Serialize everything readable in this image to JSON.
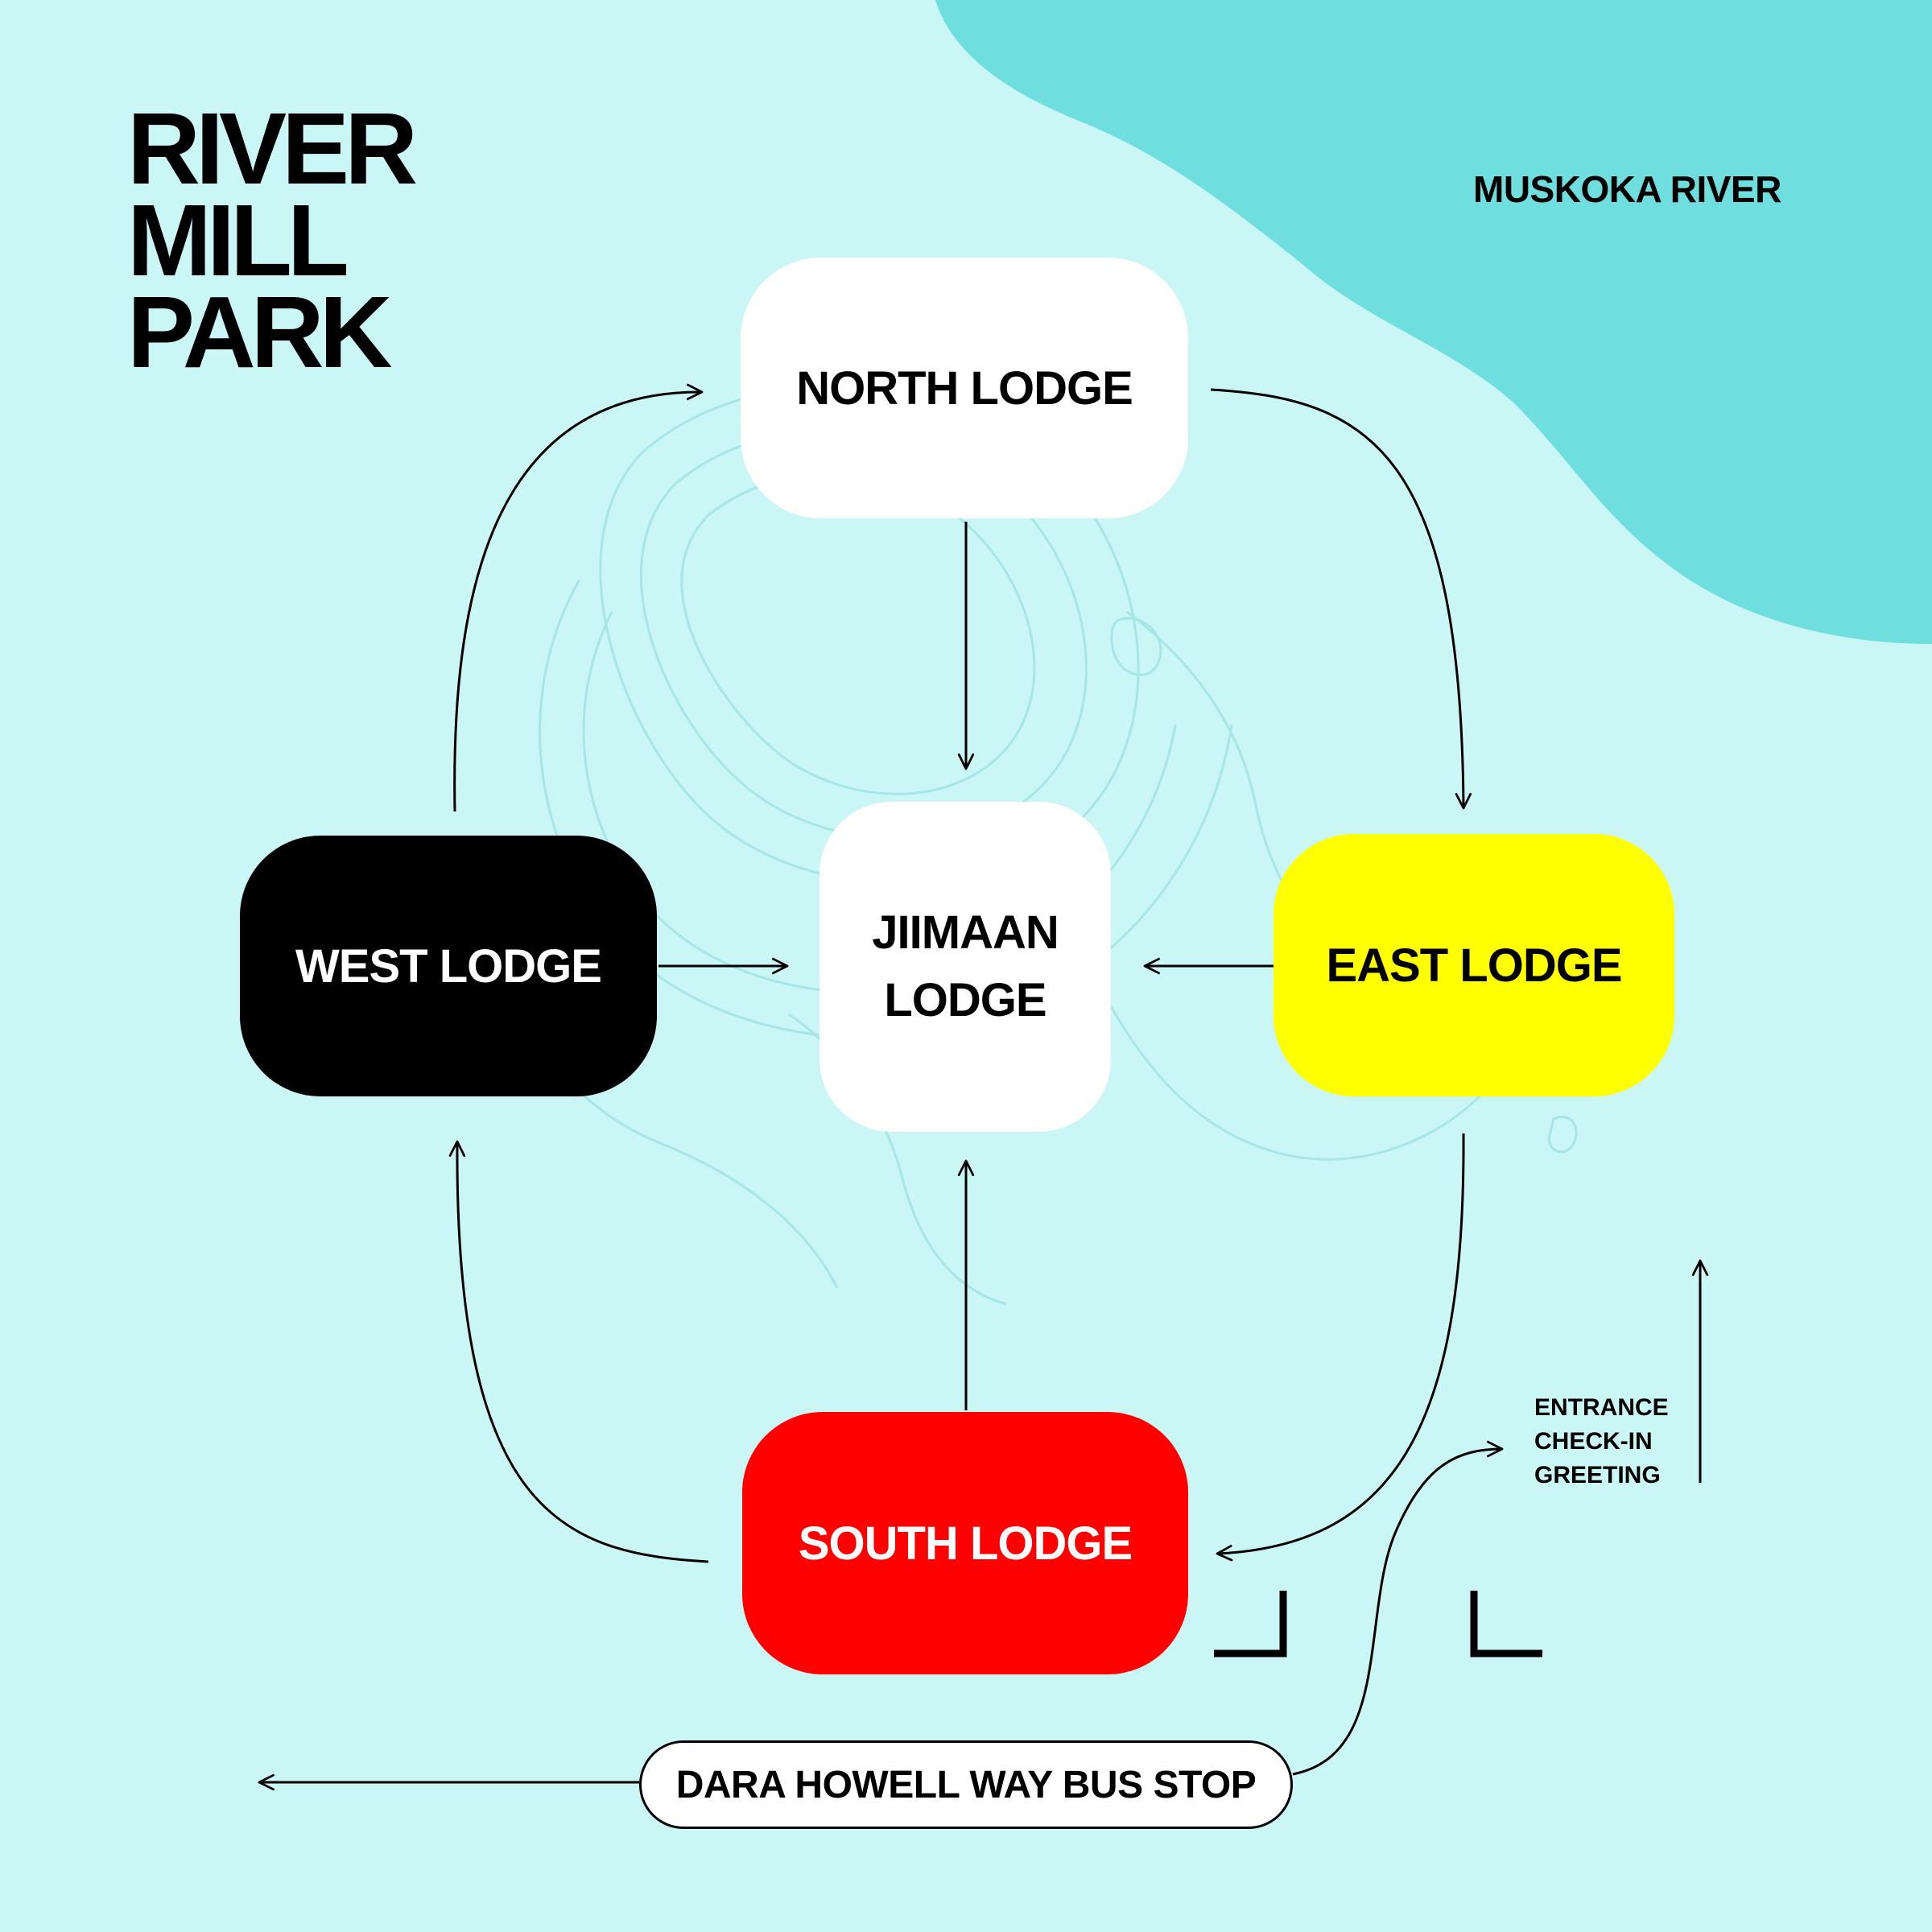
{
  "title": "RIVER\nMILL\nPARK",
  "river_label": "MUSKOKA RIVER",
  "lodges": {
    "north": {
      "label": "NORTH LODGE",
      "color": "#ffffff",
      "text_color": "#000000"
    },
    "jiimaan": {
      "label": "JIIMAAN\nLODGE",
      "color": "#ffffff",
      "text_color": "#000000"
    },
    "west": {
      "label": "WEST LODGE",
      "color": "#000000",
      "text_color": "#ffffff"
    },
    "east": {
      "label": "EAST LODGE",
      "color": "#ffff00",
      "text_color": "#000000"
    },
    "south": {
      "label": "SOUTH LODGE",
      "color": "#ff0000",
      "text_color": "#ffffff"
    }
  },
  "entrance_label": "ENTRANCE\nCHECK-IN\nGREETING",
  "bus_stop_label": "DARA HOWELL WAY BUS STOP",
  "colors": {
    "land": "#cbf6f6",
    "river": "#6fdede",
    "contour": "#9fe4e4"
  }
}
